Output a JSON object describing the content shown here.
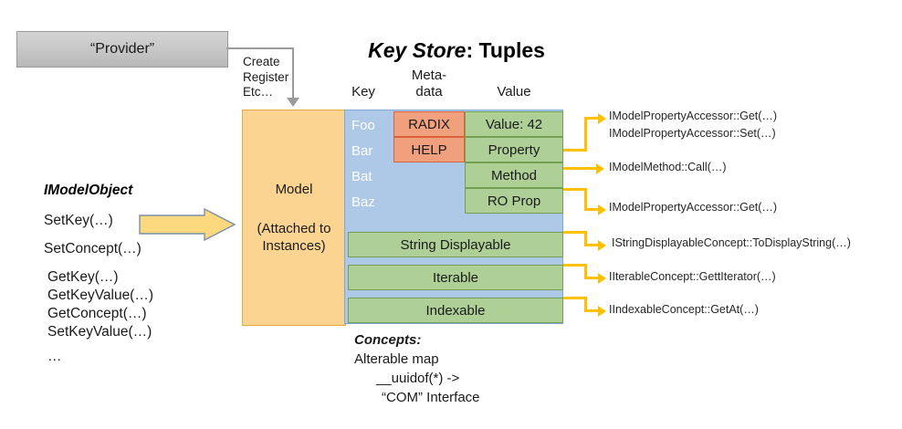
{
  "provider": {
    "label": "“Provider”"
  },
  "connector": {
    "label": "Create\nRegister\nEtc…"
  },
  "title": {
    "emphasis": "Key Store",
    "rest": ": Tuples"
  },
  "column_headers": {
    "key": "Key",
    "metadata": "Meta-\ndata",
    "value": "Value"
  },
  "model_box": {
    "title": "Model",
    "subtitle": "(Attached to\nInstances)"
  },
  "table": {
    "keys": [
      "Foo",
      "Bar",
      "Bat",
      "Baz"
    ],
    "metadata": [
      "RADIX",
      "HELP"
    ],
    "values": [
      "Value: 42",
      "Property",
      "Method",
      "RO Prop"
    ],
    "concept_rows": [
      "String Displayable",
      "Iterable",
      "Indexable"
    ]
  },
  "imodelobject": {
    "title": "IModelObject",
    "primary": [
      "SetKey(…)",
      "SetConcept(…)"
    ],
    "secondary": [
      "GetKey(…)",
      "GetKeyValue(…)",
      "GetConcept(…)",
      "SetKeyValue(…)"
    ],
    "ellipsis": "…"
  },
  "concepts": {
    "header": "Concepts:",
    "line1": "Alterable map",
    "line2": "__uuidof(*) ->",
    "line3": "“COM” Interface"
  },
  "annotations": [
    "IModelPropertyAccessor::Get(…)",
    "IModelPropertyAccessor::Set(…)",
    "IModelMethod::Call(…)",
    "IModelPropertyAccessor::Get(…)",
    "IStringDisplayableConcept::ToDisplayString(…)",
    "IIterableConcept::GettIterator(…)",
    "IIndexableConcept::GetAt(…)"
  ],
  "colors": {
    "model_fill": "#fbd492",
    "model_stroke": "#e8a83a",
    "key_fill": "#aec9e8",
    "key_stroke": "#7fa8d4",
    "meta_fill": "#f0a07c",
    "meta_stroke": "#d9643a",
    "value_fill": "#aed097",
    "value_stroke": "#74a053",
    "arrow": "#ffc000",
    "connector": "#9b9b9b",
    "provider_fill": "#c9c9c9"
  }
}
